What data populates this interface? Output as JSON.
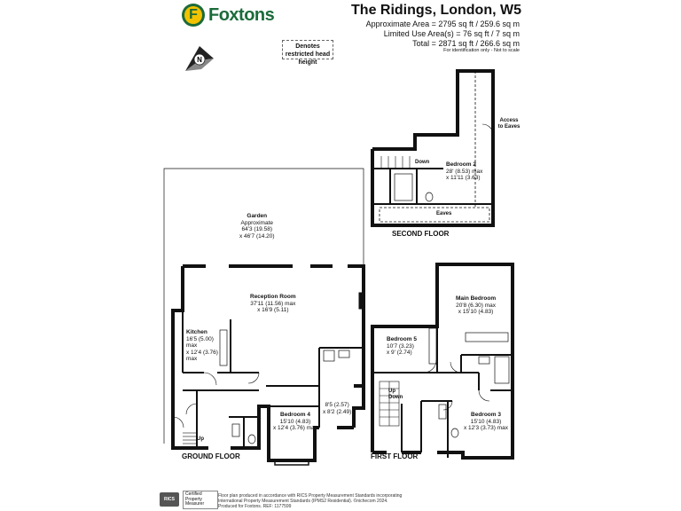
{
  "brand": {
    "name": "Foxtons",
    "letter": "F"
  },
  "property": {
    "title": "The Ridings, London, W5"
  },
  "areas": {
    "approx": "Approximate Area = 2795 sq ft / 259.6 sq m",
    "limited": "Limited Use Area(s) = 76 sq ft / 7 sq m",
    "total": "Total = 2871 sq ft / 266.6 sq m",
    "note": "For identification only - Not to scale"
  },
  "legend": {
    "restricted": "Denotes restricted head height"
  },
  "compass": {
    "letter": "N"
  },
  "floors": {
    "ground": "GROUND FLOOR",
    "first": "FIRST FLOOR",
    "second": "SECOND FLOOR"
  },
  "rooms": {
    "garden": {
      "name": "Garden",
      "l1": "Approximate",
      "l2": "64'3 (19.58)",
      "l3": "x 46'7 (14.20)"
    },
    "reception": {
      "name": "Reception Room",
      "l1": "37'11 (11.56) max",
      "l2": "x 16'9 (5.11)"
    },
    "kitchen": {
      "name": "Kitchen",
      "l1": "16'5 (5.00)",
      "l2": "max",
      "l3": "x 12'4 (3.76)",
      "l4": "max"
    },
    "bedroom4": {
      "name": "Bedroom 4",
      "l1": "15'10 (4.83)",
      "l2": "x 12'4 (3.76) max"
    },
    "small": {
      "l1": "8'5 (2.57)",
      "l2": "x 8'2 (2.49)"
    },
    "bedroom5": {
      "name": "Bedroom 5",
      "l1": "10'7 (3.23)",
      "l2": "x 9' (2.74)"
    },
    "main": {
      "name": "Main Bedroom",
      "l1": "20'8 (6.30) max",
      "l2": "x 15'10 (4.83)"
    },
    "bedroom3": {
      "name": "Bedroom 3",
      "l1": "15'10 (4.83)",
      "l2": "x 12'3 (3.73) max"
    },
    "bedroom2": {
      "name": "Bedroom 2",
      "l1": "28' (8.53) max",
      "l2": "x 11'11 (3.63)"
    }
  },
  "labels": {
    "up": "Up",
    "down": "Down",
    "eaves": "Eaves",
    "access": "Access to Eaves"
  },
  "footer": {
    "rics": "RICS",
    "cert": "Certified Property Measurer",
    "line1": "Floor plan produced in accordance with RICS Property Measurement Standards incorporating",
    "line2": "International Property Measurement Standards (IPMS2 Residential). ©nichecom 2024.",
    "line3": "Produced for Foxtons.   REF: 1177599"
  }
}
